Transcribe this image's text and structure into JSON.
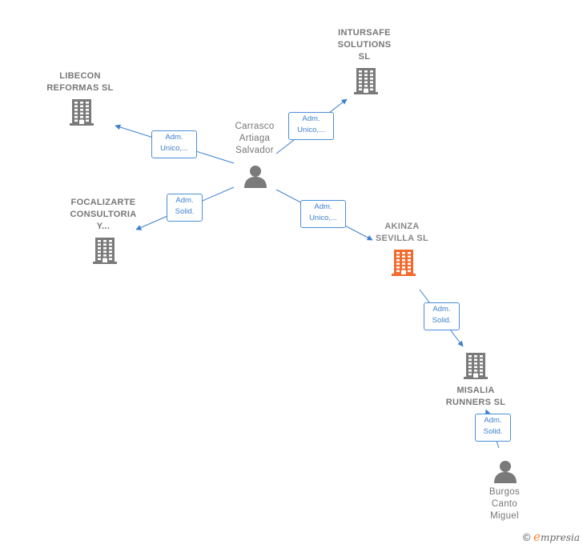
{
  "colors": {
    "building": "#7a7a7a",
    "building_focus": "#f26a2d",
    "person": "#7a7a7a",
    "edge": "#3d7fce"
  },
  "nodes": {
    "libecon": {
      "label": "LIBECON\nREFORMAS  SL",
      "icon": "building-icon"
    },
    "intursafe": {
      "label": "INTURSAFE\nSOLUTIONS\nSL",
      "icon": "building-icon"
    },
    "focalizarte": {
      "label": "FOCALIZARTE\nCONSULTORIA\nY...",
      "icon": "building-icon"
    },
    "akinza": {
      "label": "AKINZA\nSEVILLA  SL",
      "icon": "building-icon"
    },
    "misalia": {
      "label": "MISALIA\nRUNNERS  SL",
      "icon": "building-icon"
    },
    "carrasco": {
      "label": "Carrasco\nArtiaga\nSalvador",
      "icon": "person-icon"
    },
    "burgos": {
      "label": "Burgos\nCanto\nMiguel",
      "icon": "person-icon"
    }
  },
  "relations": {
    "libecon": {
      "line1": "Adm.",
      "line2": "Unico,..."
    },
    "intursafe": {
      "line1": "Adm.",
      "line2": "Unico,..."
    },
    "focalizarte": {
      "line1": "Adm.",
      "line2": "Solid."
    },
    "akinza": {
      "line1": "Adm.",
      "line2": "Unico,..."
    },
    "akinza_misalia": {
      "line1": "Adm.",
      "line2": "Solid."
    },
    "burgos_misalia": {
      "line1": "Adm.",
      "line2": "Solid."
    }
  },
  "footer": {
    "copyright": "©",
    "brand_initial": "e",
    "brand_rest": "mpresia"
  }
}
